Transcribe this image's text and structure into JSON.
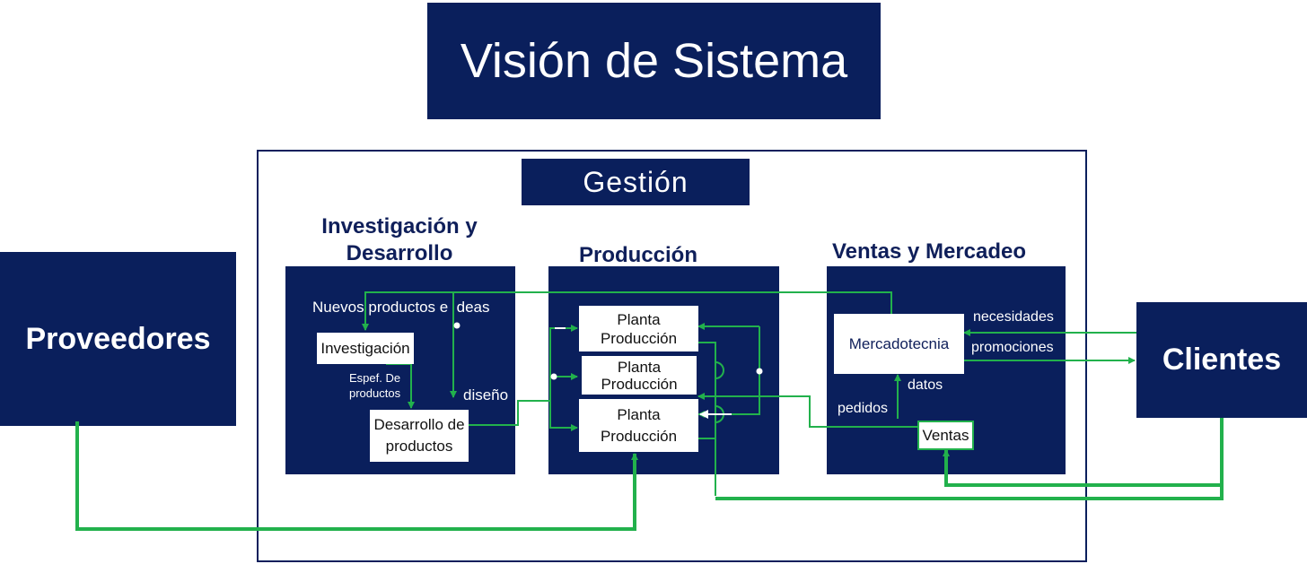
{
  "title": "Visión de Sistema",
  "gestion": "Gestión",
  "sections": {
    "id": "Investigación y Desarrollo",
    "produccion": "Producción",
    "ventas": "Ventas y Mercadeo"
  },
  "externals": {
    "proveedores": "Proveedores",
    "clientes": "Clientes"
  },
  "nodes": {
    "investigacion": "Investigación",
    "desarrollo": "Desarrollo de productos",
    "planta1": "Planta Producción",
    "planta2": "Planta Producción",
    "planta3": "Planta Producción",
    "mercadotecnia": "Mercadotecnia",
    "ventas": "Ventas"
  },
  "labels": {
    "nuevos": "Nuevos productos e  deas",
    "espef": "Espef. De productos",
    "diseno": "diseño",
    "necesidades": "necesidades",
    "promociones": "promociones",
    "datos": "datos",
    "pedidos": "pedidos"
  },
  "colors": {
    "navy": "#0a1f5c",
    "flow": "#22b14c"
  }
}
